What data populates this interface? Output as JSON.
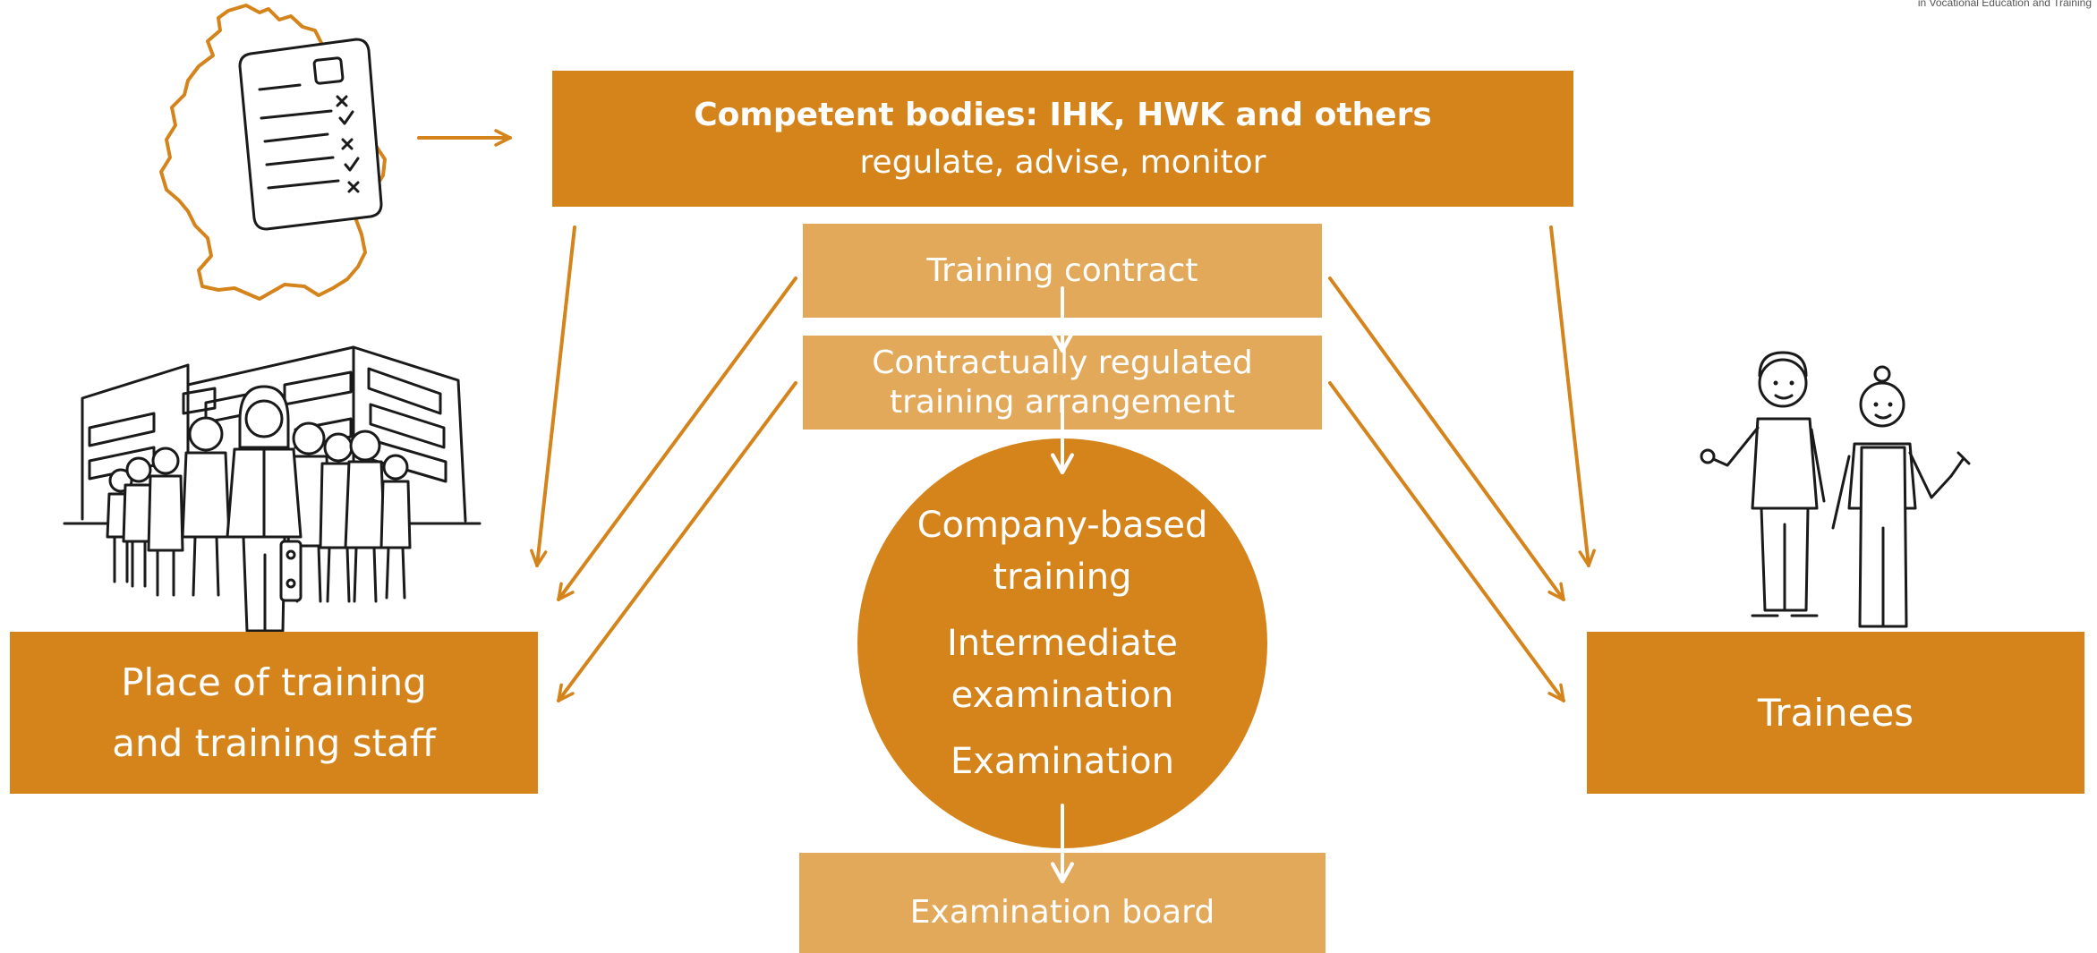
{
  "header": {
    "corner_note": "in Vocational Education and Training"
  },
  "competent_bodies": {
    "title": "Competent bodies: IHK, HWK and others",
    "subtitle": "regulate, advise, monitor"
  },
  "training_contract": "Training contract",
  "arrangement": {
    "line1": "Contractually regulated",
    "line2": "training arrangement"
  },
  "circle": {
    "company_line1": "Company-based",
    "company_line2": "training",
    "intermediate_line1": "Intermediate",
    "intermediate_line2": "examination",
    "examination": "Examination"
  },
  "examination_board": "Examination board",
  "place_of_training": {
    "line1": "Place of training",
    "line2": "and training staff"
  },
  "trainees": "Trainees",
  "colors": {
    "primary": "#d5841b",
    "secondary": "#e3a95b",
    "text_on_box": "#ffffff"
  },
  "icons": [
    "germany-map-icon",
    "checklist-document-icon",
    "company-staff-illustration",
    "trainees-illustration"
  ]
}
